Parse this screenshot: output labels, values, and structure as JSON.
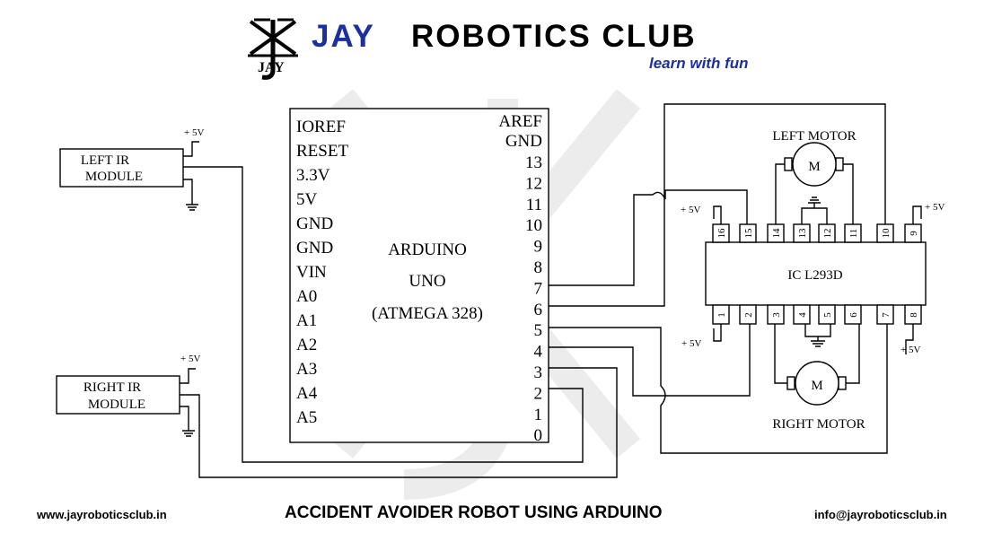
{
  "header": {
    "club_name": "JAY ROBOTICS CLUB",
    "tagline": "learn with fun",
    "logo_letters": "JAY"
  },
  "arduino": {
    "title_line1": "ARDUINO",
    "title_line2": "UNO",
    "title_line3": "(ATMEGA 328)",
    "left_pins": [
      "IOREF",
      "RESET",
      "3.3V",
      "5V",
      "GND",
      "GND",
      "VIN",
      "A0",
      "A1",
      "A2",
      "A3",
      "A4",
      "A5"
    ],
    "right_pins": [
      "AREF",
      "GND",
      "13",
      "12",
      "11",
      "10",
      "9",
      "8",
      "7",
      "6",
      "5",
      "4",
      "3",
      "2",
      "1",
      "0"
    ]
  },
  "ic": {
    "label": "IC L293D",
    "top_pins": [
      "16",
      "15",
      "14",
      "13",
      "12",
      "11",
      "10",
      "9"
    ],
    "bottom_pins": [
      "1",
      "2",
      "3",
      "4",
      "5",
      "6",
      "7",
      "8"
    ]
  },
  "modules": {
    "left_ir_line1": "LEFT IR",
    "left_ir_line2": "MODULE",
    "right_ir_line1": "RIGHT IR",
    "right_ir_line2": "MODULE"
  },
  "motors": {
    "left_label": "LEFT MOTOR",
    "right_label": "RIGHT MOTOR",
    "symbol": "M"
  },
  "power": {
    "plus5v": "+ 5V"
  },
  "footer": {
    "website": "www.jayroboticsclub.in",
    "title": "ACCIDENT AVOIDER ROBOT USING ARDUINO",
    "email": "info@jayroboticsclub.in"
  },
  "colors": {
    "brand_blue": "#1c2fa0",
    "ink": "#000000",
    "watermark": "#ececec"
  }
}
